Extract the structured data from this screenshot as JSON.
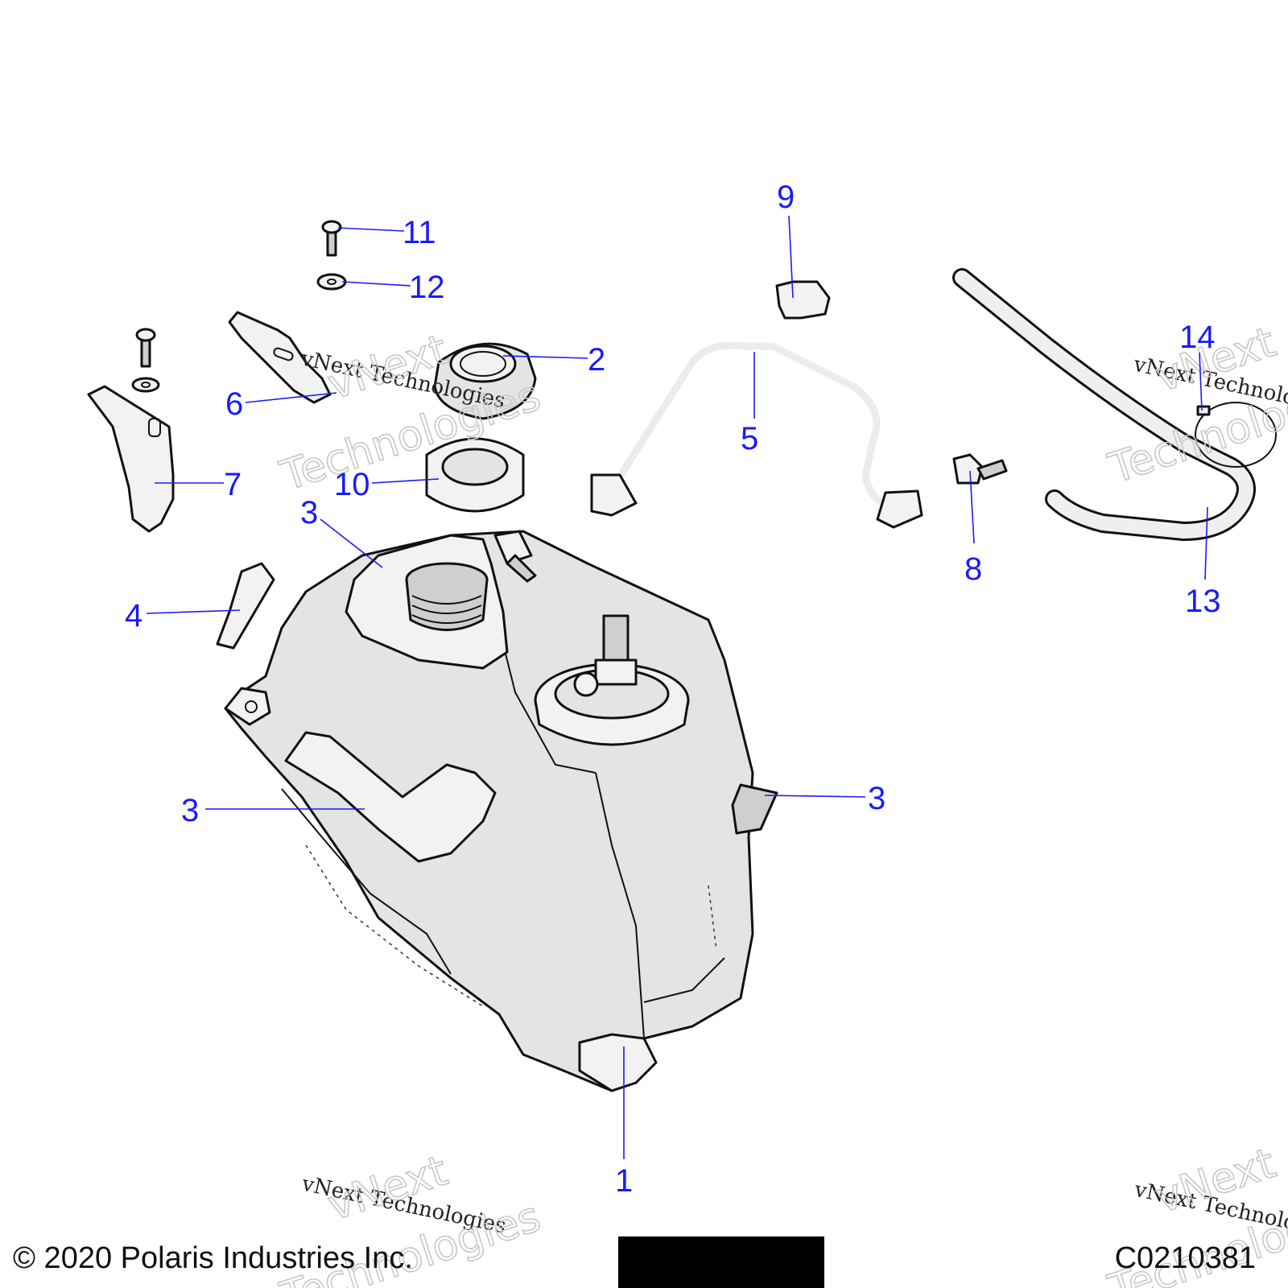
{
  "callouts": [
    {
      "id": "c1",
      "label": "1"
    },
    {
      "id": "c2",
      "label": "2"
    },
    {
      "id": "c3a",
      "label": "3"
    },
    {
      "id": "c3b",
      "label": "3"
    },
    {
      "id": "c3c",
      "label": "3"
    },
    {
      "id": "c4",
      "label": "4"
    },
    {
      "id": "c5",
      "label": "5"
    },
    {
      "id": "c6",
      "label": "6"
    },
    {
      "id": "c7",
      "label": "7"
    },
    {
      "id": "c8",
      "label": "8"
    },
    {
      "id": "c9",
      "label": "9"
    },
    {
      "id": "c10",
      "label": "10"
    },
    {
      "id": "c11",
      "label": "11"
    },
    {
      "id": "c12",
      "label": "12"
    },
    {
      "id": "c13",
      "label": "13"
    },
    {
      "id": "c14",
      "label": "14"
    }
  ],
  "watermark": {
    "company": "vNext Technologies",
    "word1": "vNext",
    "word2": "Technologies"
  },
  "footer": {
    "copyright": "© 2020 Polaris Industries Inc.",
    "diagram_code": "C0210381"
  },
  "colors": {
    "callout": "#1a1aff",
    "part_fill": "#e4e4e4",
    "outline": "#111111"
  }
}
